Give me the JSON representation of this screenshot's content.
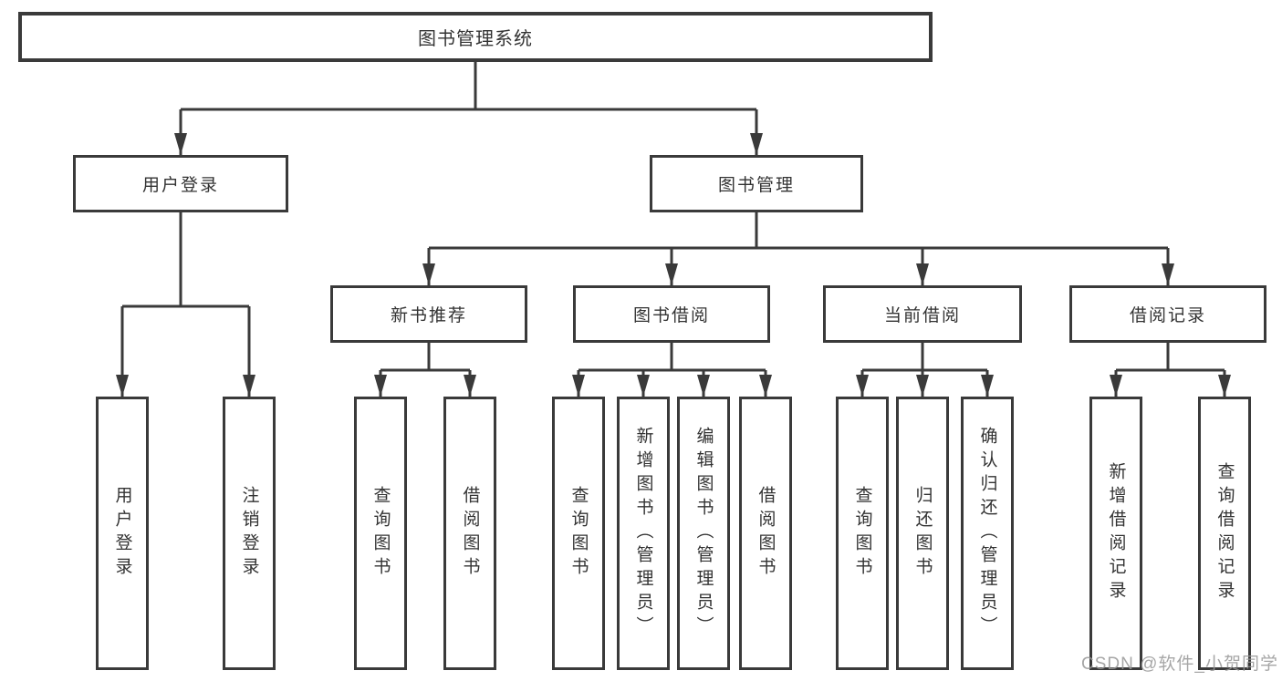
{
  "title": {
    "label": "图书管理系统"
  },
  "level2": {
    "user_login": {
      "label": "用户登录"
    },
    "book_mgmt": {
      "label": "图书管理"
    }
  },
  "level3": {
    "new_book": {
      "label": "新书推荐"
    },
    "book_borrow": {
      "label": "图书借阅"
    },
    "current_borrow": {
      "label": "当前借阅"
    },
    "borrow_records": {
      "label": "借阅记录"
    }
  },
  "leaves": {
    "user_login": [
      "用户登录",
      "注销登录"
    ],
    "new_book": [
      "查询图书",
      "借阅图书"
    ],
    "book_borrow": [
      "查询图书",
      "新增图书（管理员）",
      "编辑图书（管理员）",
      "借阅图书"
    ],
    "current_borrow": [
      "查询图书",
      "归还图书",
      "确认归还（管理员）"
    ],
    "borrow_records": [
      "新增借阅记录",
      "查询借阅记录"
    ]
  },
  "watermark": "CSDN @软件_小贺同学",
  "colors": {
    "line": "#3a3a3a",
    "text": "#333333",
    "watermark": "#969696",
    "background": "#ffffff"
  }
}
